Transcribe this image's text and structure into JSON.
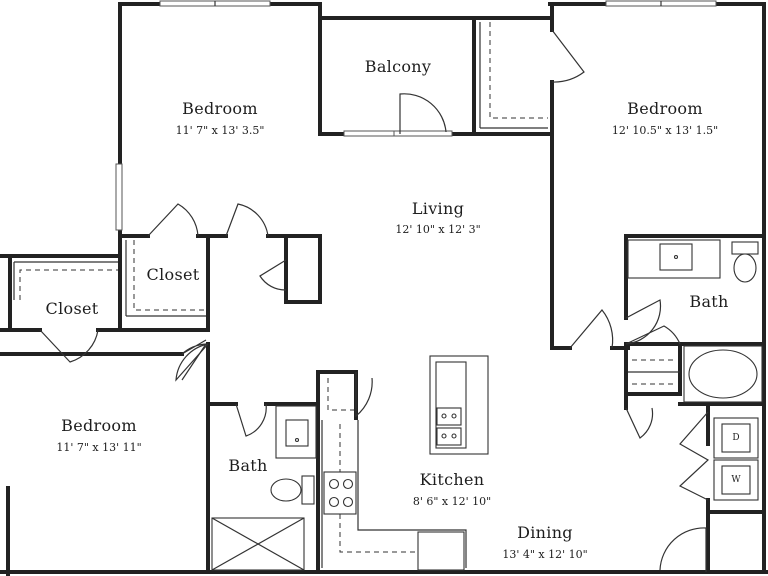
{
  "rooms": {
    "bedroom_nw": {
      "name": "Bedroom",
      "dims": "11' 7\" x 13' 3.5\""
    },
    "bedroom_ne": {
      "name": "Bedroom",
      "dims": "12' 10.5\" x 13' 1.5\""
    },
    "bedroom_sw": {
      "name": "Bedroom",
      "dims": "11' 7\" x 13' 11\""
    },
    "balcony": {
      "name": "Balcony"
    },
    "living": {
      "name": "Living",
      "dims": "12' 10\" x 12' 3\""
    },
    "closet_a": {
      "name": "Closet"
    },
    "closet_b": {
      "name": "Closet"
    },
    "bath_e": {
      "name": "Bath"
    },
    "bath_w": {
      "name": "Bath"
    },
    "kitchen": {
      "name": "Kitchen",
      "dims": "8' 6\" x 12' 10\""
    },
    "dining": {
      "name": "Dining",
      "dims": "13' 4\" x 12' 10\""
    }
  },
  "appliances": {
    "dryer": "D",
    "washer": "W"
  }
}
